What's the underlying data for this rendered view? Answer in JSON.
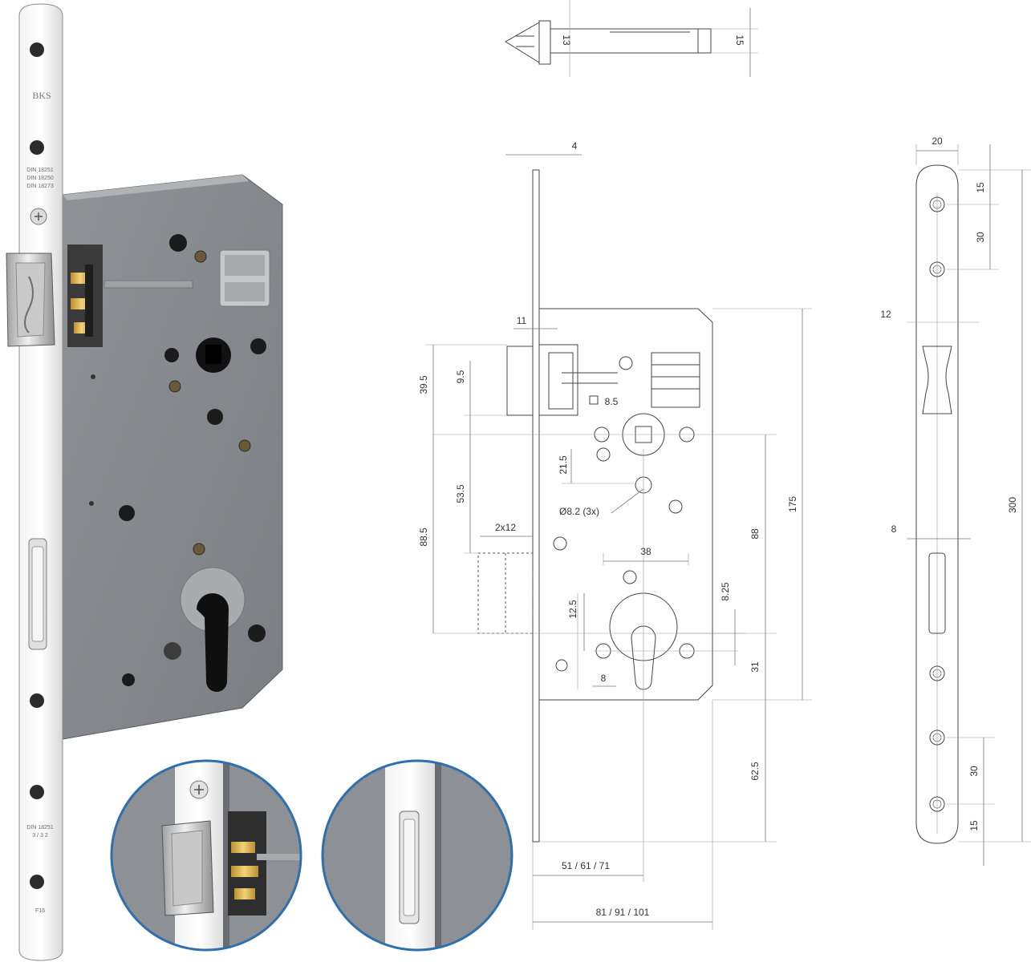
{
  "photo": {
    "stamps": {
      "logo": "BKS",
      "faceplate_top": [
        "DIN 18251",
        "DIN 18250",
        "DIN 18273"
      ],
      "faceplate_bottom": [
        "DIN 18251",
        "3 / 3 2"
      ],
      "faceplate_foot": "F16"
    }
  },
  "latch_view": {
    "dims": {
      "height": "13",
      "outer": "15"
    }
  },
  "side_view": {
    "dims": {
      "faceplate_thickness": "4",
      "latch_offset": "11",
      "latch_height": "39.5",
      "latch_to_follower": "9.5",
      "follower_to_bolt": "53.5",
      "follower_to_cylinder": "88.5",
      "bolt_size": "2x12",
      "follower_square": "8.5",
      "screw_spacing": "21.5",
      "screw_hole": "Ø8.2 (3x)",
      "cylinder_width": "38",
      "cylinder_offset": "12.5",
      "cylinder_gap": "8",
      "cylinder_distance": "88",
      "case_height": "175",
      "cylinder_small": "8.25",
      "cylinder_lower": "31",
      "lower_plate": "62.5",
      "backsets": "51 / 61 / 71",
      "case_depths": "81 / 91 / 101"
    }
  },
  "faceplate_view": {
    "dims": {
      "width": "20",
      "top_hole": "15",
      "hole_spacing_top": "30",
      "latch_opening": "12",
      "total_length": "300",
      "bolt_opening": "8",
      "hole_spacing_bottom": "30",
      "bottom_hole": "15"
    }
  }
}
